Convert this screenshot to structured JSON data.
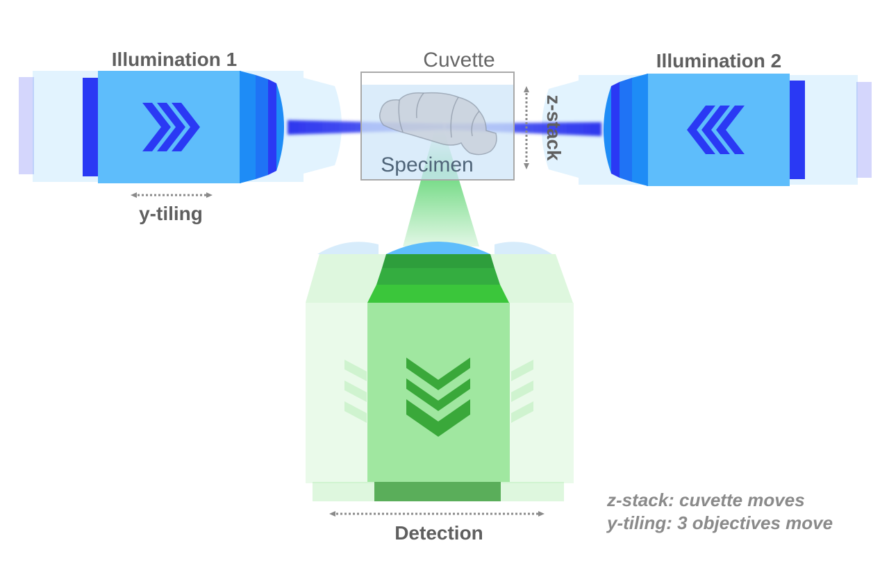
{
  "labels": {
    "illumination_1": "Illumination 1",
    "illumination_2": "Illumination 2",
    "cuvette": "Cuvette",
    "specimen": "Specimen",
    "z_stack": "z-stack",
    "y_tiling": "y-tiling",
    "detection": "Detection"
  },
  "notes": [
    "z-stack: cuvette moves",
    "y-tiling: 3 objectives move"
  ],
  "colors": {
    "illumination_body": "#5ebdfb",
    "illumination_ring": "#2a39f4",
    "illumination_lens": "#1e8cf6",
    "light_sheet": "#3a3ff0",
    "detection_body": "#a0e7a0",
    "detection_accent": "#3bbf3b",
    "detection_dark": "#5aae5a",
    "detection_cone": "#3dcc55",
    "cuvette_fill": "#cfe5f8",
    "cuvette_outline": "#a8a8a8",
    "label_text": "#5f5f5f",
    "note_text": "#8a8a8a",
    "arrow": "#8a8a8a"
  },
  "icons": {
    "illumination_1_direction": "chevron-right-triple-icon",
    "illumination_2_direction": "chevron-left-triple-icon",
    "detection_direction": "chevron-down-triple-icon",
    "specimen_shape": "mouse-brain-icon"
  }
}
